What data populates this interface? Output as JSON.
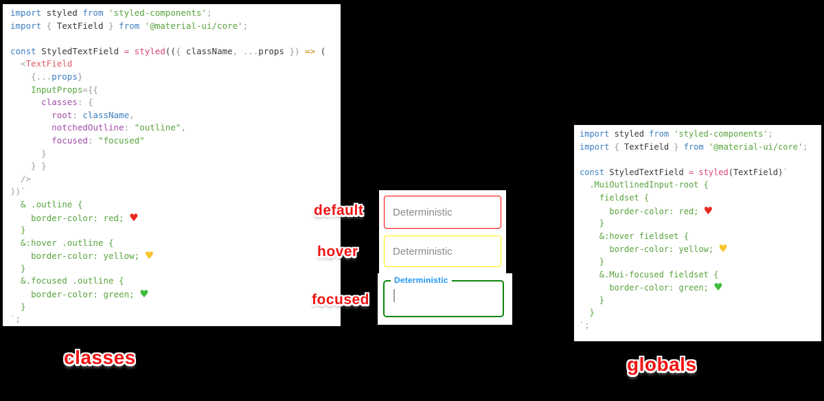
{
  "canvas": {
    "background": "#000000"
  },
  "stickers": {
    "default": "default",
    "hover": "hover",
    "focused": "focused",
    "classes": "classes",
    "globals": "globals",
    "color": "#f01414"
  },
  "fields": {
    "default": {
      "placeholder": "Deterministic",
      "border_color": "#ff0000"
    },
    "hover": {
      "placeholder": "Deterministic",
      "border_color": "#ffee00"
    },
    "focused": {
      "label": "Deterministic",
      "border_color": "#0a850a",
      "label_color": "#2196f3",
      "caret_color": "#9e9e9e"
    }
  },
  "syntax_colors": {
    "keyword": "#3c7ec0",
    "string_and_css": "#58a33d",
    "function_pink": "#d6447c",
    "object_key_purple": "#a14ca8",
    "punctuation_gray": "#9b9b9b",
    "heart_red": "#e8281e",
    "heart_yellow": "#f7c42a",
    "heart_green": "#3dbd3d"
  },
  "left_code": {
    "lines": [
      [
        [
          "kw",
          "import"
        ],
        [
          "id",
          " styled "
        ],
        [
          "kw",
          "from"
        ],
        [
          "str",
          " 'styled-components'"
        ],
        [
          "punc",
          ";"
        ]
      ],
      [
        [
          "kw",
          "import"
        ],
        [
          "punc",
          " { "
        ],
        [
          "id",
          "TextField"
        ],
        [
          "punc",
          " } "
        ],
        [
          "kw",
          "from"
        ],
        [
          "str",
          " '@material-ui/core'"
        ],
        [
          "punc",
          ";"
        ]
      ],
      [],
      [
        [
          "kw",
          "const"
        ],
        [
          "id",
          " StyledTextField "
        ],
        [
          "op",
          "= "
        ],
        [
          "fn",
          "styled"
        ],
        [
          "id",
          "(("
        ],
        [
          "punc",
          "{ "
        ],
        [
          "id",
          "className"
        ],
        [
          "punc",
          ", ..."
        ],
        [
          "id",
          "props"
        ],
        [
          "punc",
          " })"
        ],
        [
          "arrow",
          " => "
        ],
        [
          "id",
          "("
        ]
      ],
      [
        [
          "punc",
          "  <"
        ],
        [
          "tag",
          "TextField"
        ]
      ],
      [
        [
          "punc",
          "    {..."
        ],
        [
          "var",
          "props"
        ],
        [
          "punc",
          "}"
        ]
      ],
      [
        [
          "attr",
          "    InputProps"
        ],
        [
          "punc",
          "={{"
        ]
      ],
      [
        [
          "prop",
          "      classes"
        ],
        [
          "punc",
          ": {"
        ]
      ],
      [
        [
          "prop",
          "        root"
        ],
        [
          "punc",
          ": "
        ],
        [
          "var",
          "className"
        ],
        [
          "punc",
          ","
        ]
      ],
      [
        [
          "prop",
          "        notchedOutline"
        ],
        [
          "punc",
          ": "
        ],
        [
          "str",
          "\"outline\""
        ],
        [
          "punc",
          ","
        ]
      ],
      [
        [
          "prop",
          "        focused"
        ],
        [
          "punc",
          ": "
        ],
        [
          "str",
          "\"focused\""
        ]
      ],
      [
        [
          "punc",
          "      }"
        ]
      ],
      [
        [
          "punc",
          "    } }"
        ]
      ],
      [
        [
          "punc",
          "  />"
        ]
      ],
      [
        [
          "punc",
          "))`"
        ]
      ],
      [
        [
          "css",
          "  & .outline {"
        ]
      ],
      [
        [
          "css",
          "    border-color: red; "
        ],
        [
          "hr",
          "♥"
        ]
      ],
      [
        [
          "css",
          "  }"
        ]
      ],
      [
        [
          "css",
          "  &:hover .outline {"
        ]
      ],
      [
        [
          "css",
          "    border-color: yellow; "
        ],
        [
          "hy",
          "♥"
        ]
      ],
      [
        [
          "css",
          "  }"
        ]
      ],
      [
        [
          "css",
          "  &.focused .outline {"
        ]
      ],
      [
        [
          "css",
          "    border-color: green; "
        ],
        [
          "hg",
          "♥"
        ]
      ],
      [
        [
          "css",
          "  }"
        ]
      ],
      [
        [
          "punc",
          "`;"
        ]
      ]
    ]
  },
  "right_code": {
    "lines": [
      [
        [
          "kw",
          "import"
        ],
        [
          "id",
          " styled "
        ],
        [
          "kw",
          "from"
        ],
        [
          "str",
          " 'styled-components'"
        ],
        [
          "punc",
          ";"
        ]
      ],
      [
        [
          "kw",
          "import"
        ],
        [
          "punc",
          " { "
        ],
        [
          "id",
          "TextField"
        ],
        [
          "punc",
          " } "
        ],
        [
          "kw",
          "from"
        ],
        [
          "str",
          " '@material-ui/core'"
        ],
        [
          "punc",
          ";"
        ]
      ],
      [],
      [
        [
          "kw",
          "const"
        ],
        [
          "id",
          " StyledTextField "
        ],
        [
          "op",
          "= "
        ],
        [
          "fn",
          "styled"
        ],
        [
          "id",
          "(TextField)"
        ],
        [
          "punc",
          "`"
        ]
      ],
      [
        [
          "css",
          "  .MuiOutlinedInput-root {"
        ]
      ],
      [
        [
          "css",
          "    fieldset {"
        ]
      ],
      [
        [
          "css",
          "      border-color: red; "
        ],
        [
          "hr",
          "♥"
        ]
      ],
      [
        [
          "css",
          "    }"
        ]
      ],
      [
        [
          "css",
          "    &:hover fieldset {"
        ]
      ],
      [
        [
          "css",
          "      border-color: yellow; "
        ],
        [
          "hy",
          "♥"
        ]
      ],
      [
        [
          "css",
          "    }"
        ]
      ],
      [
        [
          "css",
          "    &.Mui-focused fieldset {"
        ]
      ],
      [
        [
          "css",
          "      border-color: green; "
        ],
        [
          "hg",
          "♥"
        ]
      ],
      [
        [
          "css",
          "    }"
        ]
      ],
      [
        [
          "css",
          "  }"
        ]
      ],
      [
        [
          "punc",
          "`;"
        ]
      ]
    ]
  }
}
